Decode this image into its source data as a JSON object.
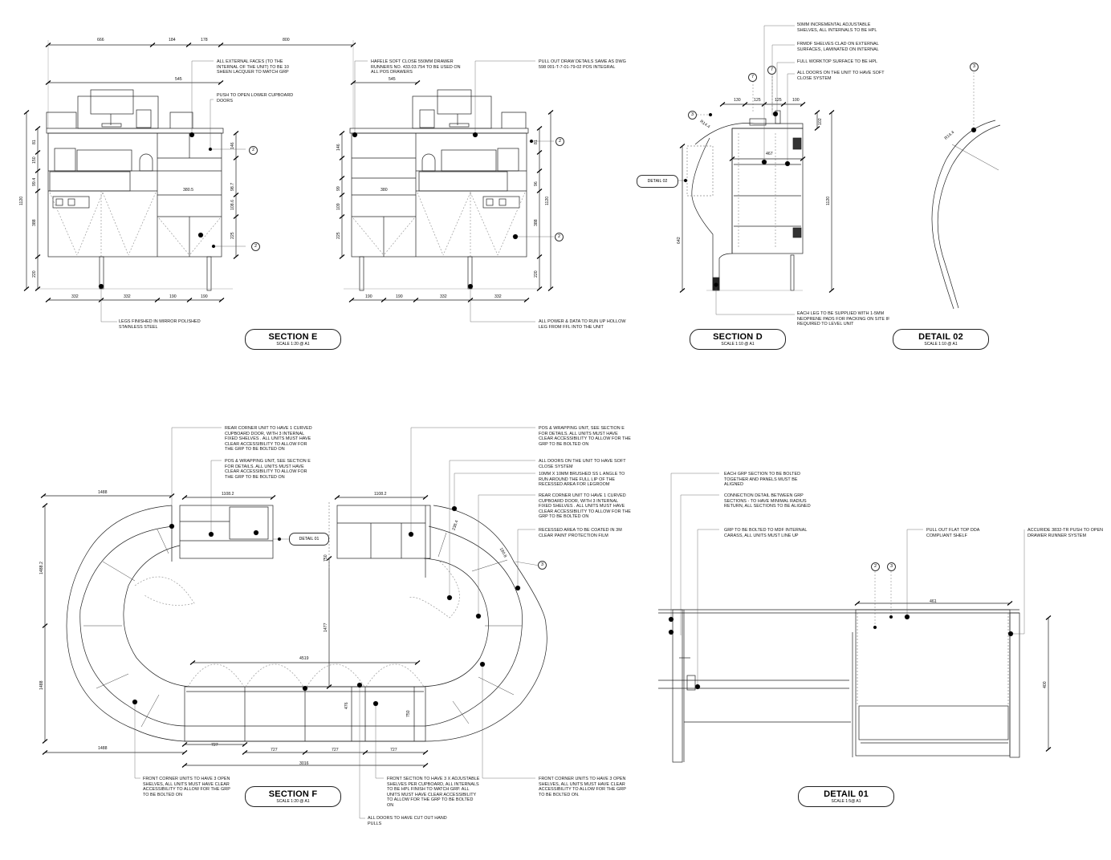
{
  "titles": {
    "section_e": {
      "name": "SECTION E",
      "scale": "SCALE 1:20 @ A1"
    },
    "section_d": {
      "name": "SECTION D",
      "scale": "SCALE 1:10 @ A1"
    },
    "detail_02": {
      "name": "DETAIL 02",
      "scale": "SCALE 1:10 @ A1"
    },
    "section_f": {
      "name": "SECTION F",
      "scale": "SCALE 1:20 @ A1"
    },
    "detail_01": {
      "name": "DETAIL 01",
      "scale": "SCALE 1:5@ A1"
    }
  },
  "notes": {
    "e_external": "ALL EXTERNAL FACES (TO THE INTERNAL OF THE UNIT) TO BE 10 SHEEN LACQUER TO MATCH GRP",
    "e_push": "PUSH TO OPEN LOWER CUPBOARD DOORS",
    "e_legs": "LEGS FINISHED IN MIRROR POLISHED STAINLESS STEEL",
    "e_hafele": "HAFELE SOFT CLOSE 550mm DRAWER RUNNERS No. 433.03.754 TO BE USED ON ALL POS DRAWERS",
    "e_pullout": "PULL OUT DRAW DETAILS SAME AS DWG 598 001-t-7-01-79-02 POS INTEGRAL",
    "e_power": "ALL POWER & DATA TO RUN UP HOLLOW LEG FROM FFL INTO THE UNIT",
    "d_50mm": "50mm INCREMENTAL ADJUSTABLE SHELVES, ALL INTERNALS TO BE HPL",
    "d_frmdf": "FRMDF SHELVES CLAD ON EXTERNAL SURFACES, LAMINATED ON INTERNAL",
    "d_worktop": "FULL WORKTOP SURFACE TO BE HPL",
    "d_doors": "ALL DOORS ON THE UNIT TO HAVE SOFT CLOSE SYSTEM",
    "d_leg": "EACH LEG TO BE SUPPLIED WITH 1-5MM NEOPRENE PADS FOR PACKING ON SITE IF REQUIRED TO LEVEL UNIT",
    "f_rear_left": "REAR CORNER UNIT TO HAVE 1 CURVED CUPBOARD DOOR, WITH 3 INTERNAL FIXED SHELVES . ALL UNITS MUST HAVE CLEAR ACCESSIBILITY TO ALLOW FOR THE GRP TO BE BOLTED ON",
    "f_pos_left": "POS & WRAPPING UNIT, SEE SECTION E FOR DETAILS. ALL UNITS MUST HAVE CLEAR ACCESSIBILITY TO ALLOW FOR THE GRP TO BE BOLTED ON",
    "f_pos_right": "POS & WRAPPING UNIT, SEE SECTION E FOR DETAILS. ALL UNITS MUST HAVE CLEAR ACCESSIBILITY TO ALLOW FOR THE GRP TO BE BOLTED ON",
    "f_doors_soft": "ALL DOORS ON THE UNIT TO HAVE SOFT CLOSE SYSTEM",
    "f_angle": "10mm X 10mm BRUSHED SS L ANGLE TO RUN AROUND THE FULL LIP OF THE RECESSED AREA FOR LEGROOM",
    "f_rear_right": "REAR CORNER UNIT TO HAVE 1 CURVED CUPBOARD DOOR, WITH 3 INTERNAL FIXED SHELVES . ALL UNITS MUST HAVE CLEAR ACCESSIBILITY TO ALLOW FOR THE GRP TO BE BOLTED ON",
    "f_recessed": "RECESSED AREA TO BE COATED IN 3M CLEAR PAINT PROTECTION FILM",
    "f_front_left": "FRONT CORNER UNITS TO HAVE 3 OPEN SHELVES, ALL UNITS MUST HAVE CLEAR ACCESSIBILITY TO ALLOW FOR THE GRP TO BE BOLTED ON",
    "f_front_section": "FRONT SECTION TO HAVE 3 X ADJUSTABLE SHELVES PER CUPBOARD, ALL INTERNALS TO BE HPL FINISH TO MATCH GRP. ALL UNITS MUST HAVE CLEAR ACCESSIBILITY TO ALLOW FOR THE GRP TO BE BOLTED ON",
    "f_front_right": "FRONT CORNER UNITS TO HAVE 3 OPEN SHELVES, ALL UNITS MUST HAVE CLEAR ACCESSIBILITY TO ALLOW FOR THE GRP TO BE BOLTED ON.",
    "f_cutout": "ALL DOORS TO HAVE CUT OUT HAND PULLS",
    "d1_bolted": "EACH GRP SECTION TO BE BOLTED TOGETHER AND PANELS MUST BE ALIGNED",
    "d1_connection": "CONNECTION DETAIL BETWEEN GRP SECTIONS - TO HAVE MINIMAL RADIUS RETURN, ALL SECTIONS TO BE ALIGNED",
    "d1_mdf": "GRP TO BE BOLTED TO MDF INTERNAL CARASS, ALL UNITS MUST LINE UP",
    "d1_pullout": "PULL OUT FLAT TOP DDA COMPLIANT SHELF",
    "d1_accuride": "ACCURIDE 3832-TR PUSH TO OPEN DRAWER RUNNER SYSTEM"
  },
  "tags": {
    "detail_02": "DETAIL 02",
    "detail_01": "DETAIL 01"
  },
  "bubbles": {
    "two": "2",
    "three": "3",
    "seven": "7"
  },
  "dims": {
    "e_666": "666",
    "e_184": "184",
    "e_178": "178",
    "e_800": "800",
    "e_545": "545",
    "e_3805": "380.5",
    "e_332a": "332",
    "e_332b": "332",
    "e_190a": "190",
    "e_190b": "190",
    "e_1120": "1120",
    "e_81": "81",
    "e_150": "150",
    "e_994": "99.4",
    "e_388": "388",
    "e_220": "220",
    "e_146": "146",
    "e_987": "98.7",
    "e_1086": "108.6",
    "e_225": "225",
    "e2_545": "545",
    "e2_380": "380",
    "e2_190a": "190",
    "e2_190b": "190",
    "e2_332a": "332",
    "e2_332b": "332",
    "e2_146": "146",
    "e2_99": "99",
    "e2_109": "109",
    "e2_225": "225",
    "e2_81": "81",
    "e2_96": "96",
    "e2_388": "388",
    "e2_1120": "1120",
    "e2_220": "220",
    "d_130": "130",
    "d_125a": "125",
    "d_125b": "125",
    "d_100": "100",
    "d_102": "102",
    "d_467": "467",
    "d_642": "642",
    "d_1120": "1120",
    "d_r144": "R14.4",
    "d2_r144": "R14.4",
    "f_1488a": "1488",
    "f_11082a": "1108.2",
    "f_11082b": "1108.2",
    "f_14882": "1488.2",
    "f_1488b": "1488",
    "f_1488c": "1488",
    "f_2384": "238.4",
    "f_1808": "180.8",
    "f_1477": "1477",
    "f_4519": "4519",
    "f_750a": "750",
    "f_750b": "750",
    "f_476": "476",
    "f_727a": "727",
    "f_727b": "727",
    "f_727c": "727",
    "f_727d": "727",
    "f_3016": "3016",
    "d1_461": "461",
    "d1_400": "400"
  }
}
